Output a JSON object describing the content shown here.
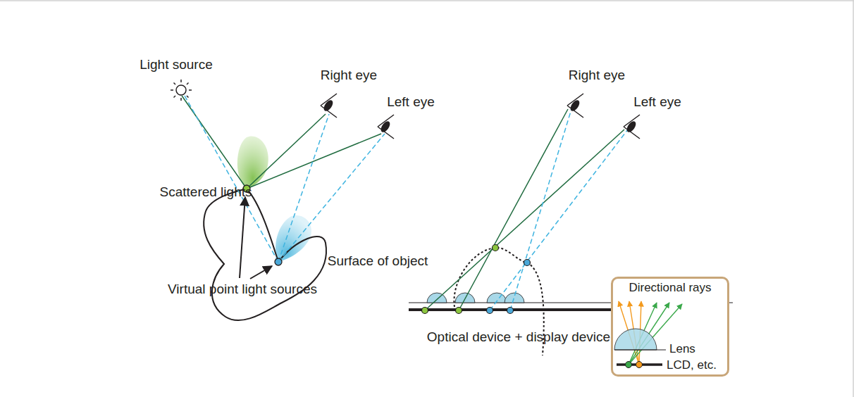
{
  "diagram": {
    "nodes": [
      {
        "text": [
          "Directional rays",
          "Lens",
          "LCD, etc."
        ]
      }
    ],
    "labels": [
      "Light source",
      "Right eye",
      "Left eye",
      "Scattered lights",
      "Surface of object",
      "Virtual point light sources",
      "Right eye",
      "Left eye",
      "Optical device + display device"
    ]
  }
}
